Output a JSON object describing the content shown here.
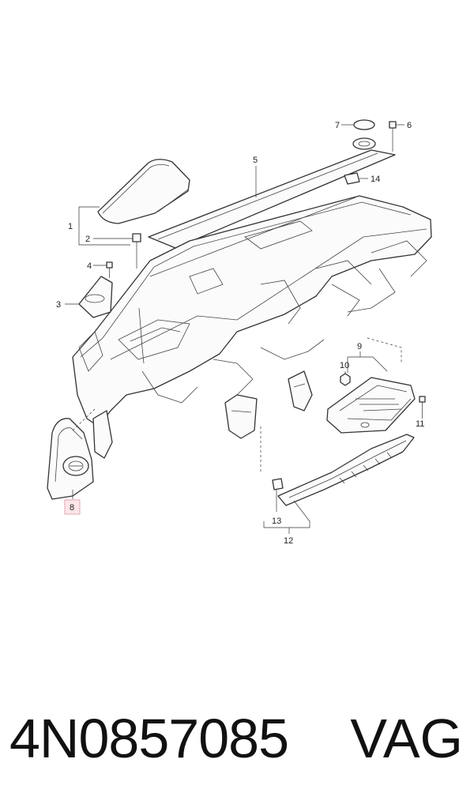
{
  "diagram": {
    "callouts": [
      "1",
      "2",
      "3",
      "4",
      "5",
      "6",
      "7",
      "8",
      "9",
      "10",
      "11",
      "12",
      "13",
      "14"
    ],
    "highlighted_callout": "8",
    "highlight_color": "#fde6ea"
  },
  "footer": {
    "part_number": "4N0857085",
    "brand": "VAG"
  }
}
